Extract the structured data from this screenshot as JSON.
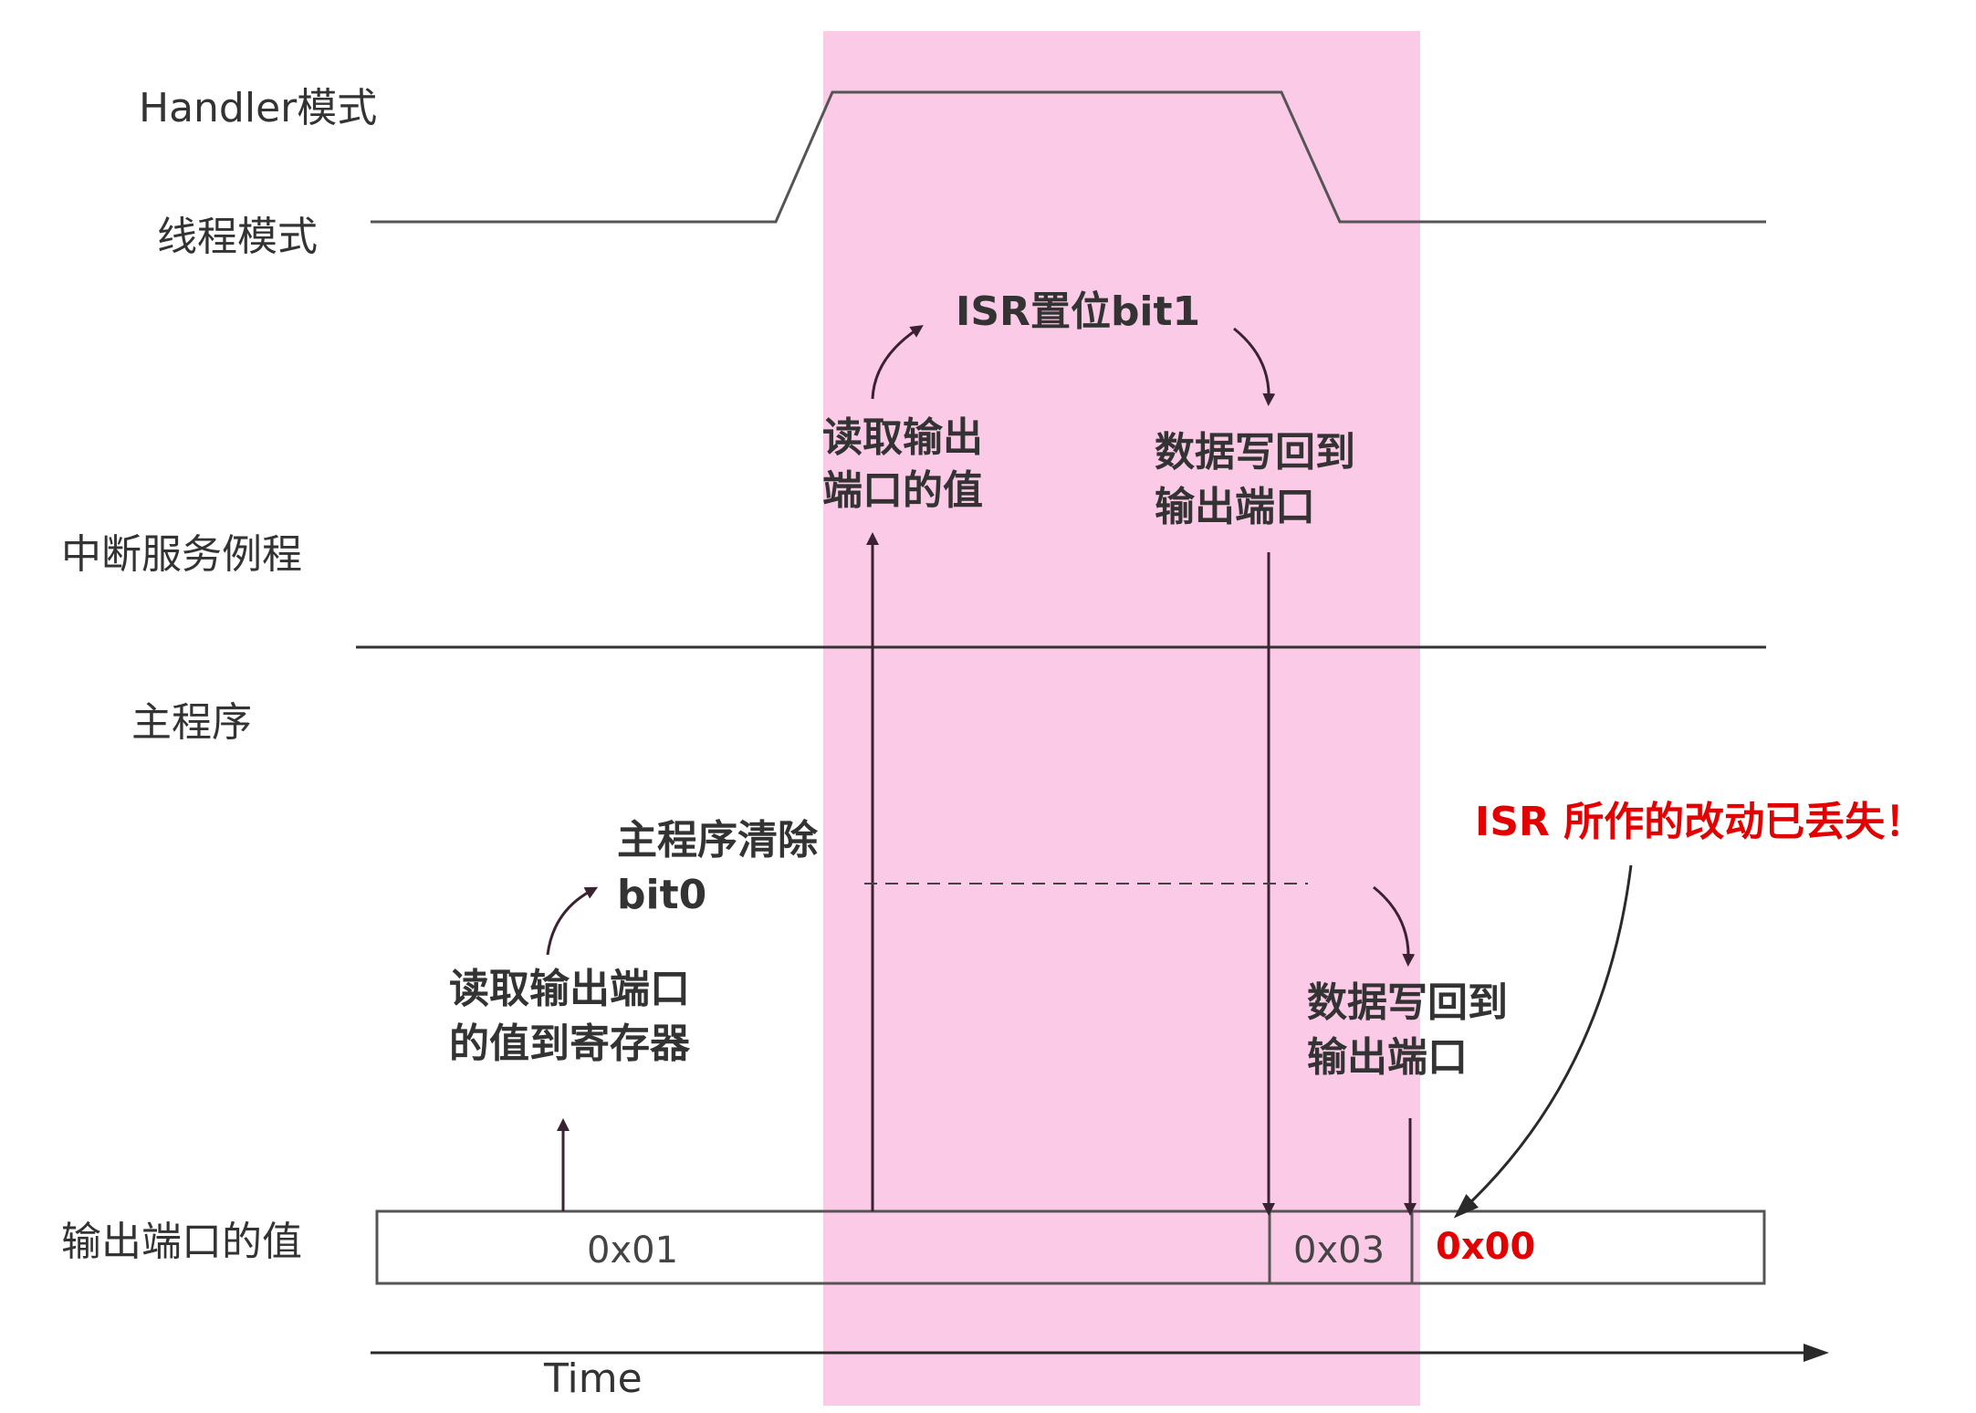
{
  "colors": {
    "highlight": "#fbcae7",
    "line": "#3a3a3a",
    "arrow": "#3b2233",
    "alert": "#e30000"
  },
  "labels": {
    "handler_mode": "Handler模式",
    "thread_mode": "线程模式",
    "isr": "中断服务例程",
    "main_program": "主程序",
    "output_port_value": "输出端口的值",
    "time": "Time"
  },
  "annotations": {
    "isr_set_bit": "ISR置位bit1",
    "isr_read_line1": "读取输出",
    "isr_read_line2": "端口的值",
    "isr_write_line1": "数据写回到",
    "isr_write_line2": "输出端口",
    "main_clear_line1": "主程序清除",
    "main_clear_line2": "bit0",
    "main_read_line1": "读取输出端口",
    "main_read_line2": "的值到寄存器",
    "main_write_line1": "数据写回到",
    "main_write_line2": "输出端口",
    "lost": "ISR 所作的改动已丢失！"
  },
  "port_values": {
    "initial": "0x01",
    "after_isr": "0x03",
    "final": "0x00"
  }
}
